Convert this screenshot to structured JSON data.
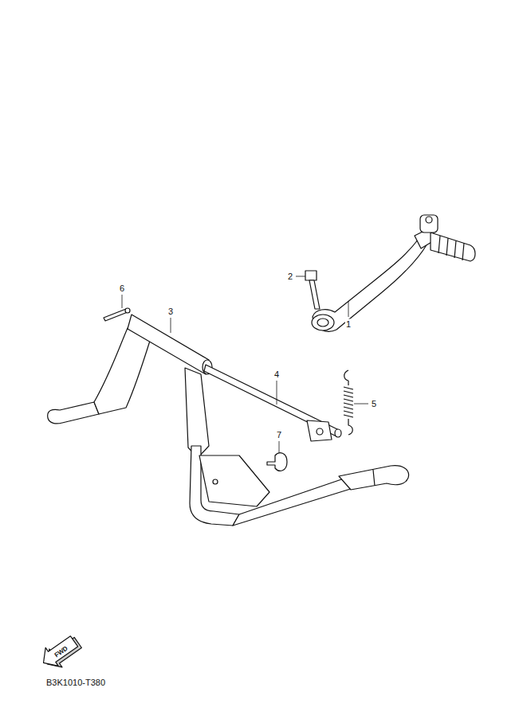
{
  "diagram": {
    "labels": [
      "6",
      "3",
      "2",
      "1",
      "4",
      "5",
      "7",
      "FWD",
      "B3K1010-T380"
    ]
  }
}
